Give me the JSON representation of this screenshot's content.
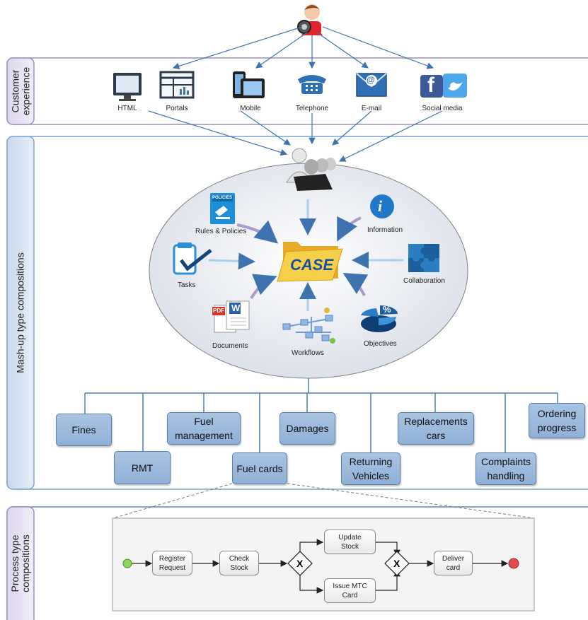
{
  "lanes": {
    "customer": "Customer\nexperience",
    "mashup": "Mash-up type compositions",
    "process": "Process type\ncompositions"
  },
  "channels": [
    {
      "label": "HTML",
      "icon": "monitor-icon"
    },
    {
      "label": "Portals",
      "icon": "portal-window-icon"
    },
    {
      "label": "Mobile",
      "icon": "mobile-devices-icon"
    },
    {
      "label": "Telephone",
      "icon": "telephone-icon"
    },
    {
      "label": "E-mail",
      "icon": "email-envelope-icon"
    },
    {
      "label": "Social media",
      "icon": "social-media-icon"
    }
  ],
  "hub": {
    "center": "CASE",
    "items": [
      {
        "label": "Rules & Policies",
        "icon": "policies-book-icon"
      },
      {
        "label": "Information",
        "icon": "info-icon"
      },
      {
        "label": "Tasks",
        "icon": "clipboard-check-icon"
      },
      {
        "label": "Collaboration",
        "icon": "puzzle-icon"
      },
      {
        "label": "Documents",
        "icon": "documents-icon"
      },
      {
        "label": "Workflows",
        "icon": "workflow-icon"
      },
      {
        "label": "Objectives",
        "icon": "pie-chart-icon"
      }
    ],
    "policy_icon_text": "POLICIES"
  },
  "mashups": [
    "Fines",
    "RMT",
    "Fuel\nmanagement",
    "Fuel cards",
    "Damages",
    "Returning\nVehicles",
    "Replacements\ncars",
    "Complaints\nhandling",
    "Ordering\nprogress"
  ],
  "process": {
    "tasks": [
      "Register\nRequest",
      "Check\nStock",
      "Update\nStock",
      "Issue MTC\nCard",
      "Deliver\ncard"
    ],
    "gateway_symbol": "X"
  },
  "icon_glyphs": {
    "pdf": "PDF",
    "word": "W",
    "percent": "%",
    "info": "i",
    "at": "@",
    "facebook": "f"
  },
  "colors": {
    "lane_border": "#9a8fc4",
    "lane_fill": "#e9e4f3",
    "arrow": "#3f73b0",
    "box_fill": "#9cb9dc",
    "start_event": "#8fd35a",
    "end_event": "#e24b4b"
  }
}
